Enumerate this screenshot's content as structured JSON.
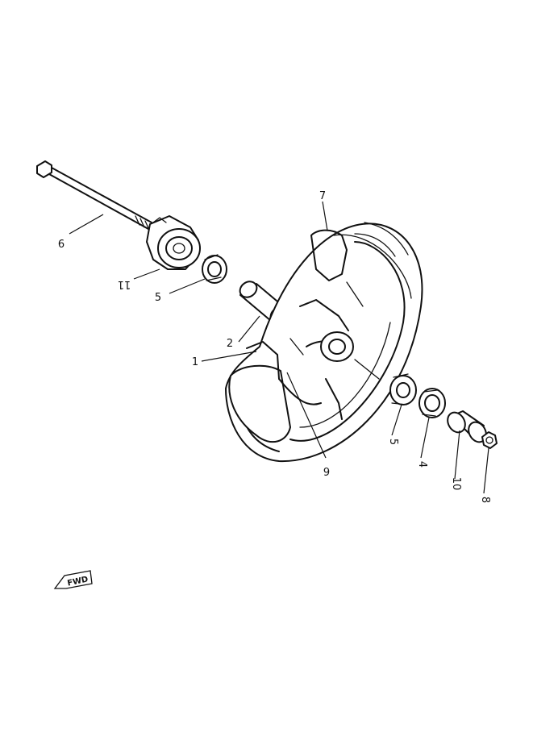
{
  "callouts": [
    {
      "id": "c1",
      "label": "1"
    },
    {
      "id": "c2",
      "label": "2"
    },
    {
      "id": "c3",
      "label": "4"
    },
    {
      "id": "c4",
      "label": "5"
    },
    {
      "id": "c5",
      "label": "5"
    },
    {
      "id": "c6",
      "label": "6"
    },
    {
      "id": "c7",
      "label": "7"
    },
    {
      "id": "c8",
      "label": "8"
    },
    {
      "id": "c9",
      "label": "9"
    },
    {
      "id": "c10",
      "label": "10"
    },
    {
      "id": "c11",
      "label": "11"
    }
  ],
  "fwd_label": "FWD"
}
